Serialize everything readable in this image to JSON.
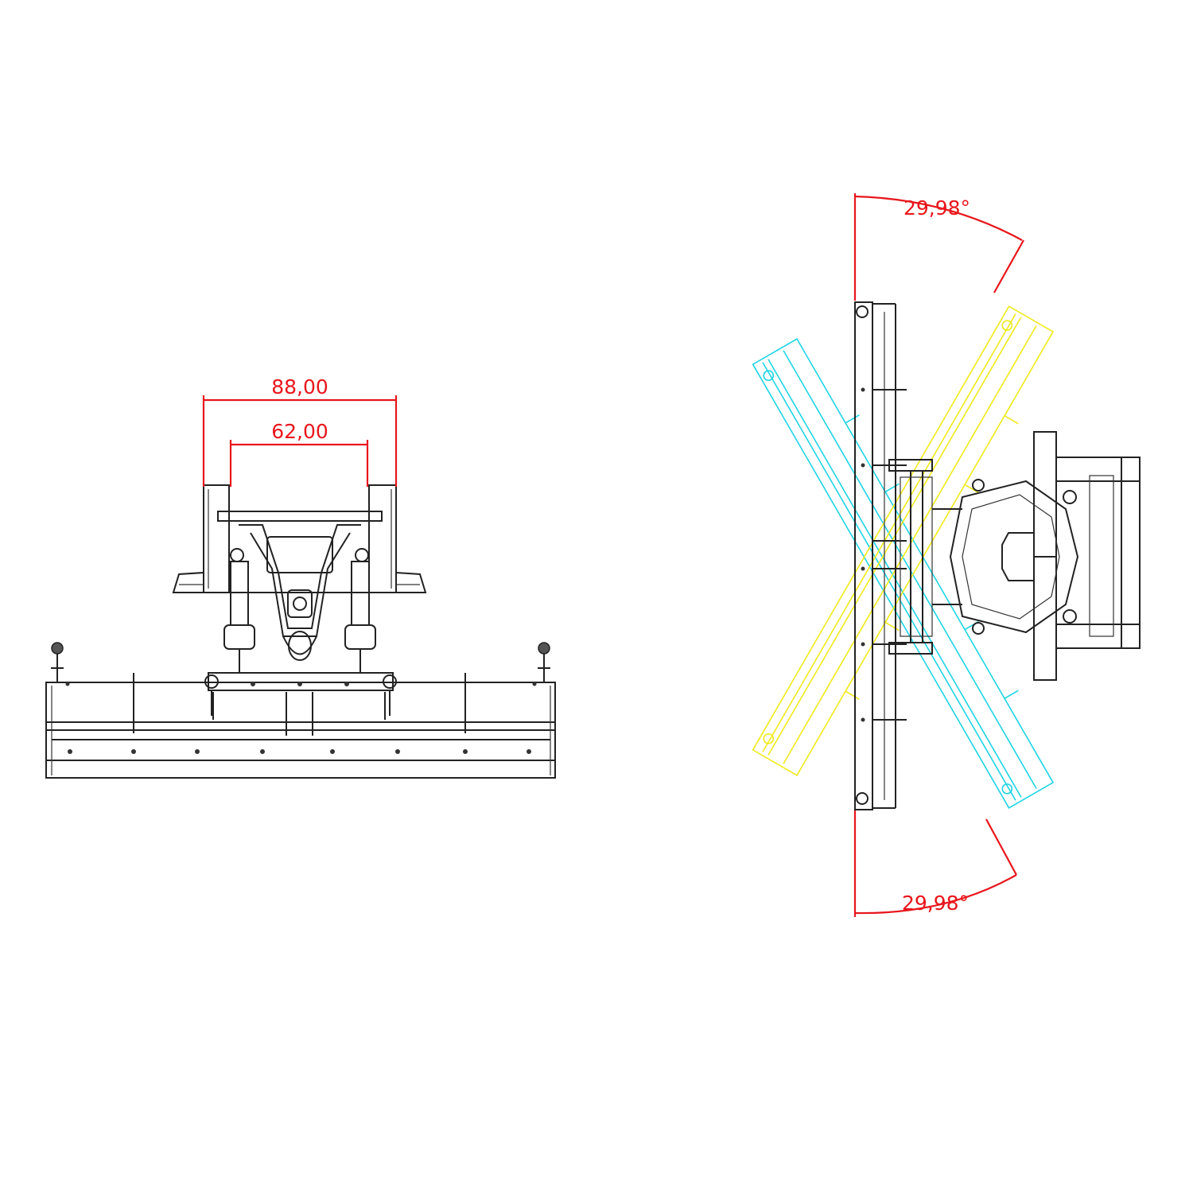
{
  "front_view": {
    "dim_outer": "88,00",
    "dim_inner": "62,00"
  },
  "top_view": {
    "angle_top": "29,98°",
    "angle_bottom": "29,98°"
  },
  "colors": {
    "dimension": "#e8161c",
    "outline": "#222222",
    "left_position": "#1fd4e6",
    "right_position": "#f0ea1a"
  }
}
